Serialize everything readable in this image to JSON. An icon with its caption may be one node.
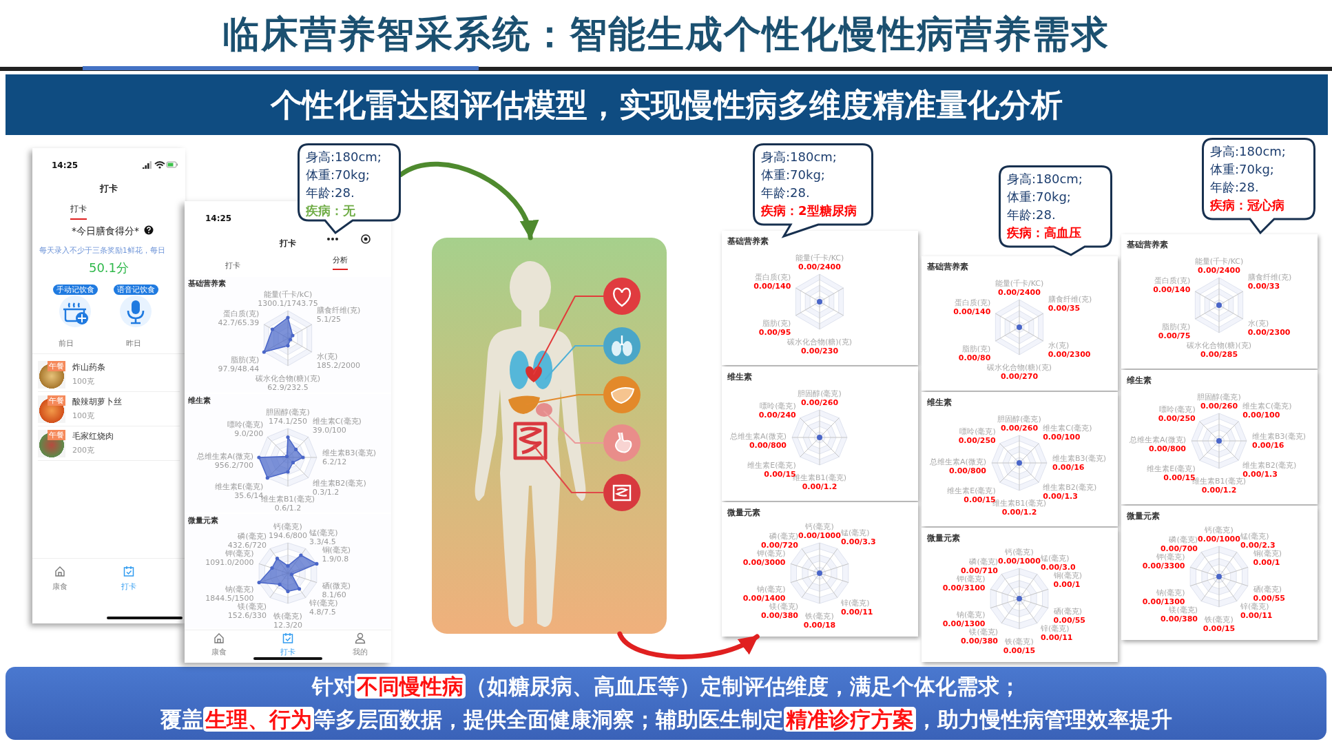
{
  "diagram": {
    "title": "临床营养智采系统：智能生成个性化慢性病营养需求",
    "nodes": [
      {
        "text": [
          "个性化雷达图评估模型，实现慢性病多维度精准量化分析"
        ]
      },
      {
        "text": [
          "14:25",
          "打卡",
          "打卡",
          "*今日膳食得分*",
          "每天录入不少于三条奖励1鲜花，每日",
          "50.1分",
          "手动记饮食",
          "语音记饮食",
          "前日",
          "昨日",
          "康食",
          "打卡"
        ]
      },
      {
        "text": [
          "午餐",
          "炸山药条",
          "100克"
        ],
        "in": 1
      },
      {
        "text": [
          "午餐",
          "酸辣胡萝卜丝",
          "100克"
        ],
        "in": 1
      },
      {
        "text": [
          "午餐",
          "毛家红烧肉",
          "200克"
        ],
        "in": 1
      },
      {
        "text": [
          "14:25",
          "打卡",
          "打卡",
          "分析",
          "康食",
          "打卡",
          "我的"
        ]
      },
      {
        "text": [
          "基础营养素",
          "能量(千卡/kC)",
          "1300.1/1743.75",
          "膳食纤维(克)",
          "5.1/25",
          "水(克)",
          "185.2/2000",
          "碳水化合物(糖)(克)",
          "62.9/232.5",
          "脂肪(克)",
          "97.9/48.44",
          "蛋白质(克)",
          "42.7/65.39"
        ],
        "in": 5
      },
      {
        "text": [
          "维生素",
          "胆固醇(毫克)",
          "174.1/250",
          "维生素C(毫克)",
          "39.0/100",
          "维生素B3(毫克)",
          "6.2/12",
          "维生素B2(毫克)",
          "0.3/1.2",
          "维生素B1(毫克)",
          "0.6/1.2",
          "维生素E(毫克)",
          "35.6/14",
          "总维生素A(微克)",
          "956.2/700",
          "嘌呤(毫克)",
          "9.0/200"
        ],
        "in": 5
      },
      {
        "text": [
          "微量元素",
          "钙(毫克)",
          "194.6/800",
          "锰(毫克)",
          "3.3/4.5",
          "铜(毫克)",
          "1.9/0.8",
          "硒(微克)",
          "8.1/60",
          "锌(毫克)",
          "4.8/7.5",
          "铁(毫克)",
          "12.3/20",
          "镁(毫克)",
          "152.6/330",
          "钠(毫克)",
          "1844.5/1500",
          "钾(毫克)",
          "1091.0/2000",
          "磷(毫克)",
          "432.6/720"
        ],
        "in": 5
      },
      {
        "text": [
          "身高:180cm;",
          "体重:70kg;",
          "年龄:28.",
          "疾病：无"
        ]
      },
      {
        "text": [],
        "shape": "box"
      },
      {
        "text": [],
        "shape": "picture",
        "in": 10
      },
      {
        "text": [],
        "shape": "circle",
        "in": 10
      },
      {
        "text": [],
        "shape": "circle",
        "in": 10
      },
      {
        "text": [],
        "shape": "circle",
        "in": 10
      },
      {
        "text": [],
        "shape": "circle",
        "in": 10
      },
      {
        "text": [],
        "shape": "circle",
        "in": 10
      },
      {
        "text": [
          "身高:180cm;",
          "体重:70kg;",
          "年龄:28.",
          "疾病：2型糖尿病"
        ]
      },
      {
        "text": [
          "基础营养素",
          "能量(千卡/KC)",
          "0.00/2400",
          "碳水化合物(糖)(克)",
          "0.00/230",
          "脂肪(克)",
          "0.00/95",
          "蛋白质(克)",
          "0.00/140"
        ]
      },
      {
        "text": [
          "维生素",
          "胆固醇(毫克)",
          "0.00/260",
          "维生素B1(毫克)",
          "0.00/1.2",
          "维生素E(毫克)",
          "0.00/15",
          "总维生素A(微克)",
          "0.00/800",
          "嘌呤(毫克)",
          "0.00/240"
        ]
      },
      {
        "text": [
          "微量元素",
          "钙(毫克)",
          "0.00/1000",
          "锰(毫克)",
          "0.00/3.3",
          "锌(毫克)",
          "0.00/11",
          "铁(毫克)",
          "0.00/18",
          "镁(毫克)",
          "0.00/380",
          "钠(毫克)",
          "0.00/1400",
          "钾(毫克)",
          "0.00/3000",
          "磷(毫克)",
          "0.00/720"
        ]
      },
      {
        "text": [
          "身高:180cm;",
          "体重:70kg;",
          "年龄:28.",
          "疾病：高血压"
        ]
      },
      {
        "text": [
          "基础营养素",
          "能量(千卡/KC)",
          "0.00/2400",
          "膳食纤维(克)",
          "0.00/35",
          "水(克)",
          "0.00/2300",
          "碳水化合物(糖)(克)",
          "0.00/270",
          "脂肪(克)",
          "0.00/80",
          "蛋白质(克)",
          "0.00/140"
        ]
      },
      {
        "text": [
          "维生素",
          "胆固醇(毫克)",
          "0.00/260",
          "维生素C(毫克)",
          "0.00/100",
          "维生素B3(毫克)",
          "0.00/16",
          "维生素B2(毫克)",
          "0.00/1.3",
          "维生素B1(毫克)",
          "0.00/1.2",
          "维生素E(毫克)",
          "0.00/15",
          "总维生素A(微克)",
          "0.00/800",
          "嘌呤(毫克)",
          "0.00/250"
        ]
      },
      {
        "text": [
          "微量元素",
          "钙(毫克)",
          "0.00/1000",
          "锰(毫克)",
          "0.00/3.0",
          "铜(毫克)",
          "0.00/1",
          "硒(毫克)",
          "0.00/55",
          "锌(毫克)",
          "0.00/11",
          "铁(毫克)",
          "0.00/15",
          "镁(毫克)",
          "0.00/380",
          "钠(毫克)",
          "0.00/1300",
          "钾(毫克)",
          "0.00/3100",
          "磷(毫克)",
          "0.00/710"
        ]
      },
      {
        "text": [
          "身高:180cm;",
          "体重:70kg;",
          "年龄:28.",
          "疾病：冠心病"
        ]
      },
      {
        "text": [
          "基础营养素",
          "能量(千卡/KC)",
          "0.00/2400",
          "膳食纤维(克)",
          "0.00/33",
          "水(克)",
          "0.00/2300",
          "碳水化合物(糖)(克)",
          "0.00/285",
          "脂肪(克)",
          "0.00/75",
          "蛋白质(克)",
          "0.00/140"
        ]
      },
      {
        "text": [
          "维生素",
          "胆固醇(毫克)",
          "0.00/260",
          "维生素C(毫克)",
          "0.00/100",
          "维生素B3(毫克)",
          "0.00/16",
          "维生素B2(毫克)",
          "0.00/1.3",
          "维生素B1(毫克)",
          "0.00/1.2",
          "维生素E(毫克)",
          "0.00/15",
          "总维生素A(微克)",
          "0.00/800",
          "嘌呤(毫克)",
          "0.00/250"
        ]
      },
      {
        "text": [
          "微量元素",
          "钙(毫克)",
          "0.00/1000",
          "锰(毫克)",
          "0.00/2.3",
          "铜(毫克)",
          "0.00/1",
          "硒(毫克)",
          "0.00/55",
          "锌(毫克)",
          "0.00/11",
          "铁(毫克)",
          "0.00/15",
          "镁(毫克)",
          "0.00/380",
          "钠(毫克)",
          "0.00/1300",
          "钾(毫克)",
          "0.00/3300",
          "磷(毫克)",
          "0.00/700"
        ]
      },
      {
        "text": [
          "针对**不同慢性病**（如糖尿病、高血压等）定制评估维度，满足个体化需求；",
          "覆盖**生理、行为**等多层面数据，提供全面健康洞察；辅助医生制定**精准诊疗方案**，助力慢性病管理效率提升"
        ]
      }
    ],
    "edges": [
      {
        "from": 9,
        "to": 10,
        "arrow": "to",
        "style": "thick",
        "color": "#4e8a2e"
      },
      {
        "from": 10,
        "to": 20,
        "arrow": "to",
        "style": "thick",
        "color": "#e02020"
      },
      {
        "from": 11,
        "to": 12,
        "arrow": "none",
        "color": "#e23a3a"
      },
      {
        "from": 11,
        "to": 13,
        "arrow": "none",
        "color": "#4fb0d6"
      },
      {
        "from": 11,
        "to": 14,
        "arrow": "none",
        "color": "#e38a2c"
      },
      {
        "from": 11,
        "to": 15,
        "arrow": "none",
        "color": "#ec9a9a"
      },
      {
        "from": 11,
        "to": 16,
        "arrow": "none",
        "color": "#e04848"
      }
    ]
  }
}
